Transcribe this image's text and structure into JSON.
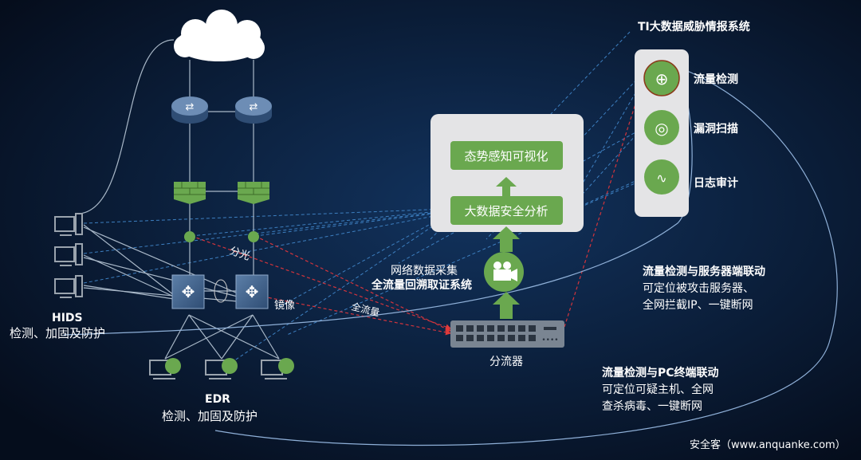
{
  "labels": {
    "split_light": "分光",
    "mirror": "镜像",
    "full_flow": "全流量",
    "hids_title": "HIDS",
    "hids_desc": "检测、加固及防护",
    "edr_title": "EDR",
    "edr_desc": "检测、加固及防护",
    "visualization": "态势感知可视化",
    "bigdata_analysis": "大数据安全分析",
    "collect": "网络数据采集",
    "backtrack_system": "全流量回溯取证系统",
    "splitter": "分流器",
    "ti_title": "TI大数据威胁情报系统",
    "ti_items": [
      "流量检测",
      "漏洞扫描",
      "日志审计"
    ],
    "server_link_title": "流量检测与服务器端联动",
    "server_link_line1": "可定位被攻击服务器、",
    "server_link_line2": "全网拦截IP、一键断网",
    "pc_link_title": "流量检测与PC终端联动",
    "pc_link_line1": "可定位可疑主机、全网",
    "pc_link_line2": "查杀病毒、一键断网",
    "watermark": "安全客（www.anquanke.com）"
  },
  "colors": {
    "background": "#061225",
    "green": "#6aa84f",
    "panel": "#e4e4e6",
    "blue_dash": "#3d7fc0",
    "red_dash": "#d2343c"
  }
}
